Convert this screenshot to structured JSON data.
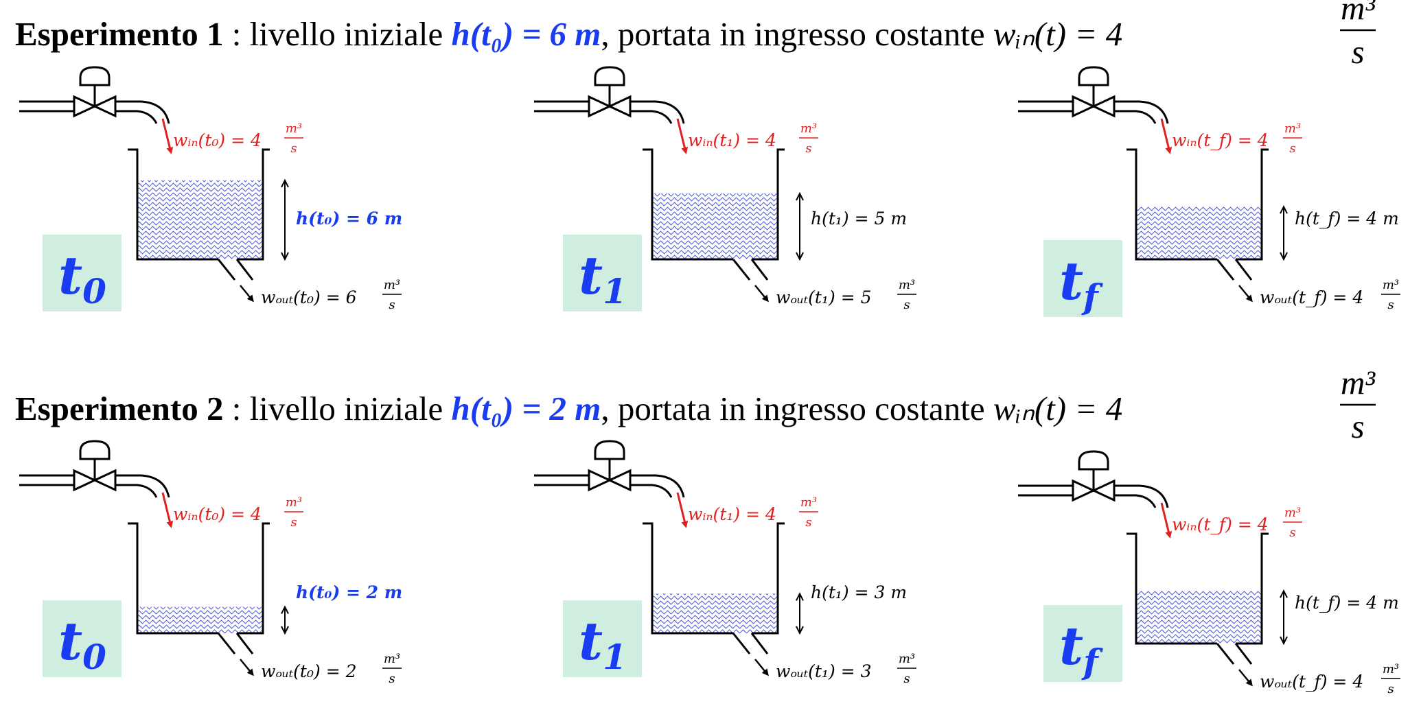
{
  "colors": {
    "accent_blue": "#1a3cf0",
    "inflow_red": "#e02020",
    "time_box_fill": "#cfeee0",
    "water_pattern": "#3b49d8"
  },
  "experiments": [
    {
      "title_bold": "Esperimento 1",
      "title_mid": " : livello iniziale ",
      "title_level": "h(t₀) = 6 m",
      "title_end": ", portata in ingresso costante ",
      "title_eq": "wᵢₙ(t) = 4",
      "title_frac_num": "m³",
      "title_frac_den": "s",
      "panels": [
        {
          "time_letter": "t",
          "time_sub": "0",
          "inflow": "wᵢₙ(t₀) = 4",
          "inflow_num": "m³",
          "inflow_den": "s",
          "level": "h(t₀) = 6 m",
          "level_highlight": true,
          "outflow": "wₒᵤₜ(t₀) = 6",
          "outflow_num": "m³",
          "outflow_den": "s",
          "fill_fraction": 0.72
        },
        {
          "time_letter": "t",
          "time_sub": "1",
          "inflow": "wᵢₙ(t₁) = 4",
          "inflow_num": "m³",
          "inflow_den": "s",
          "level": "h(t₁) = 5 m",
          "level_highlight": false,
          "outflow": "wₒᵤₜ(t₁) = 5",
          "outflow_num": "m³",
          "outflow_den": "s",
          "fill_fraction": 0.6
        },
        {
          "time_letter": "t",
          "time_sub": "f",
          "inflow": "wᵢₙ(t_f) = 4",
          "inflow_num": "m³",
          "inflow_den": "s",
          "level": "h(t_f) = 4 m",
          "level_highlight": false,
          "outflow": "wₒᵤₜ(t_f) = 4",
          "outflow_num": "m³",
          "outflow_den": "s",
          "fill_fraction": 0.48
        }
      ]
    },
    {
      "title_bold": "Esperimento 2",
      "title_mid": " : livello iniziale ",
      "title_level": "h(t₀) = 2 m",
      "title_end": ", portata in ingresso costante ",
      "title_eq": "wᵢₙ(t) = 4",
      "title_frac_num": "m³",
      "title_frac_den": "s",
      "panels": [
        {
          "time_letter": "t",
          "time_sub": "0",
          "inflow": "wᵢₙ(t₀) = 4",
          "inflow_num": "m³",
          "inflow_den": "s",
          "level": "h(t₀) = 2 m",
          "level_highlight": true,
          "outflow": "wₒᵤₜ(t₀) = 2",
          "outflow_num": "m³",
          "outflow_den": "s",
          "fill_fraction": 0.24
        },
        {
          "time_letter": "t",
          "time_sub": "1",
          "inflow": "wᵢₙ(t₁) = 4",
          "inflow_num": "m³",
          "inflow_den": "s",
          "level": "h(t₁) = 3 m",
          "level_highlight": false,
          "outflow": "wₒᵤₜ(t₁) = 3",
          "outflow_num": "m³",
          "outflow_den": "s",
          "fill_fraction": 0.36
        },
        {
          "time_letter": "t",
          "time_sub": "f",
          "inflow": "wᵢₙ(t_f) = 4",
          "inflow_num": "m³",
          "inflow_den": "s",
          "level": "h(t_f) = 4 m",
          "level_highlight": false,
          "outflow": "wₒᵤₜ(t_f) = 4",
          "outflow_num": "m³",
          "outflow_den": "s",
          "fill_fraction": 0.48
        }
      ]
    }
  ]
}
